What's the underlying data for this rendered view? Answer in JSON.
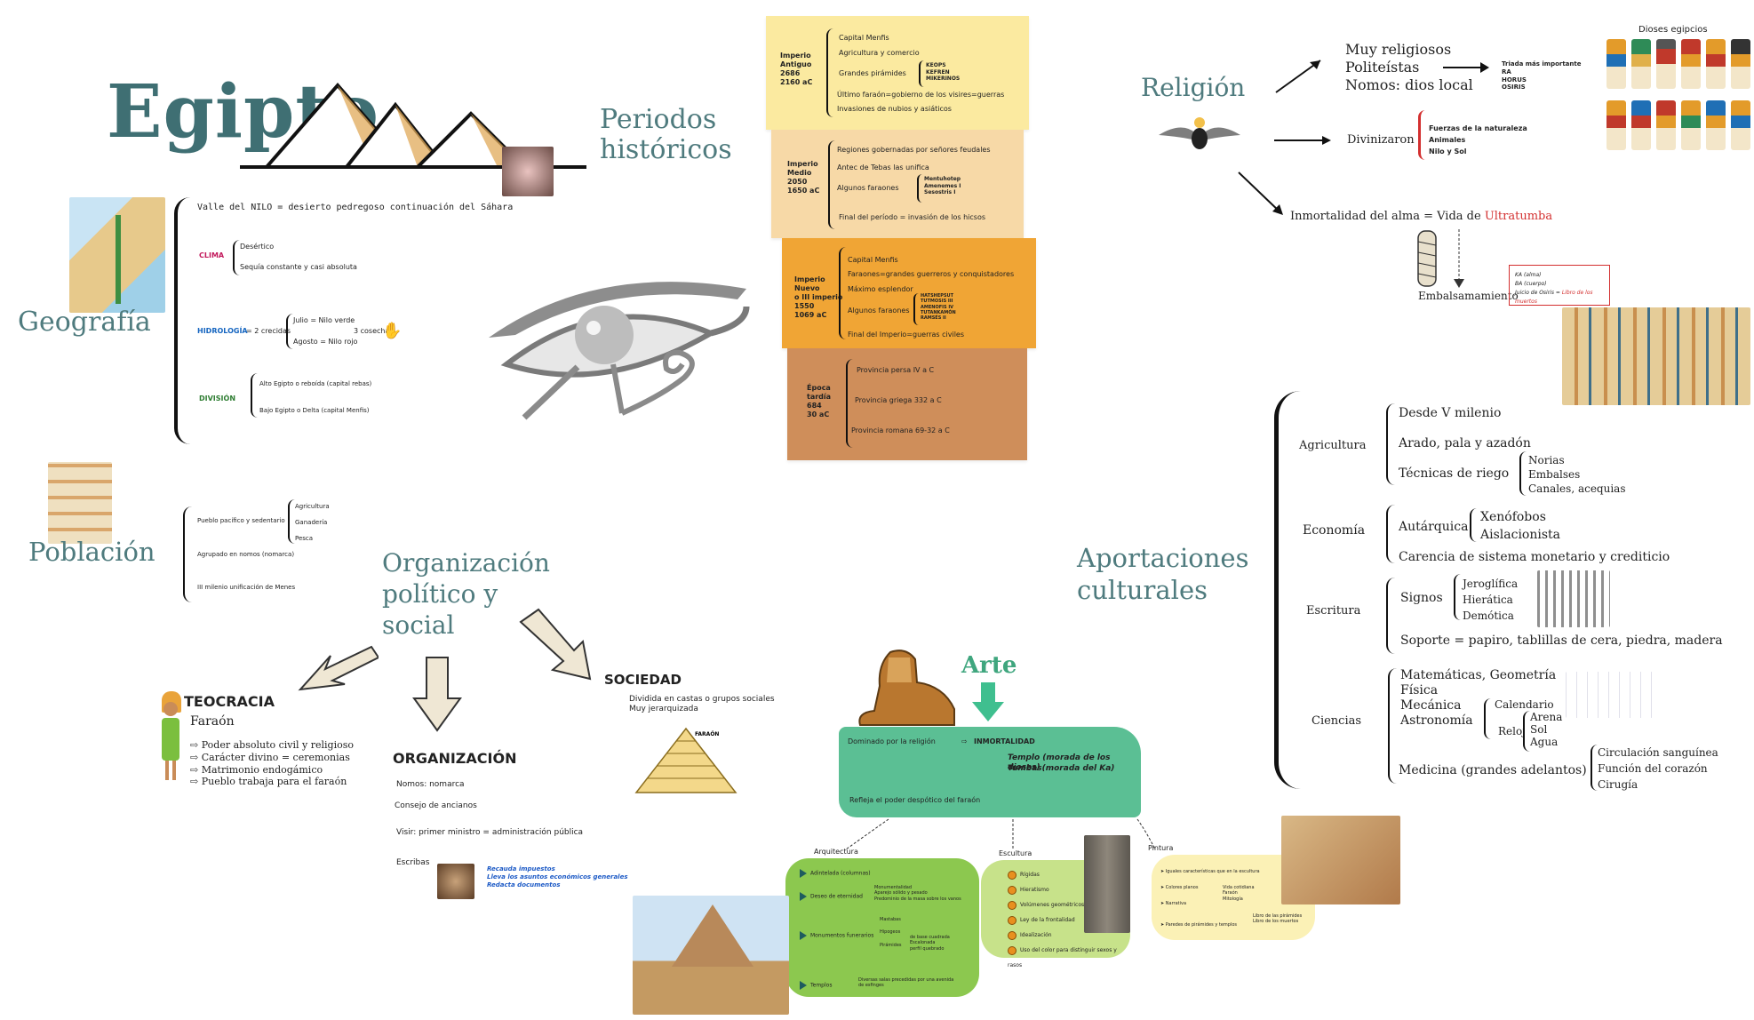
{
  "main": {
    "title": "Egipto"
  },
  "geografia": {
    "title": "Geografía",
    "valle": "Valle del NILO = desierto pedregoso continuación del Sáhara",
    "clima_label": "CLIMA",
    "clima_items": [
      "Desértico",
      "Sequía constante y casi absoluta"
    ],
    "hidro_label": "HIDROLOGÍA",
    "hidro_crecidas": "= 2 crecidas",
    "hidro_julio": "Julio = Nilo verde",
    "hidro_agosto": "Agosto = Nilo rojo",
    "hidro_cosechas": "3 cosechas",
    "division_label": "DIVISIÓN",
    "division_items": [
      "Alto Egipto o reboída (capital rebas)",
      "Bajo Egipto o Delta (capital Menfis)"
    ]
  },
  "poblacion": {
    "title": "Población",
    "pueblo": "Pueblo pacífico y sedentario",
    "actividades": [
      "Agricultura",
      "Ganadería",
      "Pesca"
    ],
    "agrupado": "Agrupado en nomos (nomarca)",
    "milenio": "III milenio unificación de Menes"
  },
  "periodos": {
    "title_1": "Periodos",
    "title_2": "históricos",
    "antiguo": {
      "label": [
        "Imperio",
        "Antiguo",
        "2686",
        "2160 aC"
      ],
      "items": [
        "Capital Menfis",
        "Agricultura y comercio",
        "Grandes pirámides",
        "Último faraón=gobierno de los visires=guerras",
        "Invasiones de nubios y asiáticos"
      ],
      "piramides": [
        "KEOPS",
        "KEFREN",
        "MIKERINOS"
      ]
    },
    "medio": {
      "label": [
        "Imperio",
        "Medio",
        "2050",
        "1650 aC"
      ],
      "items": [
        "Regiones gobernadas por señores feudales",
        "Antec de Tebas las unifica",
        "Algunos faraones",
        "Final del período = invasión de los hicsos"
      ],
      "faraones": [
        "Mentuhotep",
        "Amenemes I",
        "Sesostris I"
      ]
    },
    "nuevo": {
      "label": [
        "Imperio",
        "Nuevo",
        "o III imperio",
        "1550",
        "1069 aC"
      ],
      "items": [
        "Capital Menfis",
        "Faraones=grandes guerreros y conquistadores",
        "Máximo esplendor",
        "Algunos faraones",
        "Final del Imperio=guerras civiles"
      ],
      "faraones": [
        "HATSHEPSUT",
        "TUTMOSIS III",
        "AMENOFIS IV",
        "TUTANKAMÓN",
        "RAMSÉS II"
      ]
    },
    "tardia": {
      "label": [
        "Época",
        "tardía",
        "684",
        "30 aC"
      ],
      "items": [
        "Provincia persa IV a C",
        "Provincia griega 332 a C",
        "Provincia romana 69-32 a C"
      ]
    }
  },
  "organizacion": {
    "title": [
      "Organización",
      "político y",
      "social"
    ],
    "teocracia": {
      "title": "TEOCRACIA",
      "sub": "Faraón",
      "items": [
        "⇨ Poder absoluto civil y religioso",
        "⇨ Carácter divino = ceremonias",
        "⇨ Matrimonio endogámico",
        "⇨ Pueblo trabaja para el faraón"
      ]
    },
    "org": {
      "title": "ORGANIZACIÓN",
      "items": [
        "Nomos: nomarca",
        "Consejo de ancianos",
        "Visir: primer ministro = administración pública"
      ],
      "escribas": "Escribas",
      "escribas_items": [
        "Recauda impuestos",
        "Lleva los asuntos económicos generales",
        "Redacta documentos"
      ]
    },
    "sociedad": {
      "title": "SOCIEDAD",
      "items": [
        "Dividida en castas o grupos sociales",
        "Muy jerarquizada"
      ],
      "faraon": "FARAÓN"
    }
  },
  "religion": {
    "title": "Religión",
    "items": [
      "Muy religiosos",
      "Politeístas",
      "Nomos: dios local"
    ],
    "triada": [
      "Triada más importante",
      "RA",
      "HORUS",
      "OSIRIS"
    ],
    "dioses_title": "Dioses egipcios",
    "divinizaron": "Divinizaron",
    "fuerzas": [
      "Fuerzas de la naturaleza",
      "Animales",
      "Nilo y Sol"
    ],
    "inmortalidad": "Inmortalidad del alma = Vida de ",
    "ultratumba": "Ultratumba",
    "embalsamamiento": "Embalsamamiento",
    "ka": [
      "KA (alma)",
      "BA (cuerpo)",
      "Juicio de Osiris = "
    ],
    "libro": "Libro de los muertos"
  },
  "aportaciones": {
    "title": [
      "Aportaciones",
      "culturales"
    ],
    "agricultura": {
      "label": "Agricultura",
      "items": [
        "Desde V milenio",
        "Arado, pala y azadón",
        "Técnicas de riego"
      ],
      "riego": [
        "Norias",
        "Embalses",
        "Canales, acequias"
      ]
    },
    "economia": {
      "label": "Economía",
      "autarquica": "Autárquica",
      "auto": [
        "Xenófobos",
        "Aislacionista"
      ],
      "carencia": "Carencia de sistema monetario y crediticio"
    },
    "escritura": {
      "label": "Escritura",
      "signos": "Signos",
      "signos_items": [
        "Jeroglífica",
        "Hierática",
        "Demótica"
      ],
      "soporte": "Soporte  = papiro, tablillas de cera, piedra, madera"
    },
    "ciencias": {
      "label": "Ciencias",
      "items": [
        "Matemáticas, Geometría",
        "Física",
        "Mecánica",
        "Astronomía"
      ],
      "astro": [
        "Calendario",
        "Reloj"
      ],
      "reloj": [
        "Arena",
        "Sol",
        "Agua"
      ],
      "medicina": "Medicina (grandes adelantos)",
      "medicina_items": [
        "Circulación sanguínea",
        "Función del corazón",
        "Cirugía"
      ]
    }
  },
  "arte": {
    "title": "Arte",
    "dominado": "Dominado por la religión",
    "inmortalidad": "INMORTALIDAD",
    "templo": "Templo (morada de los dioses)",
    "tumbas": "Tumbas(morada del Ka)",
    "refleja": "Refleja el poder despótico del faraón",
    "arquitectura": {
      "label": "Arquitectura",
      "items": [
        "Adintelada (columnas)",
        "Deseo de eternidad",
        "Monumentos funerarios",
        "Templos"
      ],
      "eternidad": [
        "Monumentalidad",
        "Aparejo sólido y pesado",
        "Predominio de la masa sobre los vanos"
      ],
      "funerarios": [
        "Mastabas",
        "Hipogeos",
        "Pirámides"
      ],
      "piramides": [
        "de base cuadrada",
        "Escalonada",
        "perfil quebrado"
      ],
      "templos": "Diversas salas precedidas por una avenida de esfinges"
    },
    "escultura": {
      "label": "Escultura",
      "items": [
        "Rígidas",
        "Hieratismo",
        "Volúmenes geométricos",
        "Ley de la frontalidad",
        "Idealización",
        "Uso del color para distinguir sexos y rasos"
      ]
    },
    "pintura": {
      "label": "Pintura",
      "items": [
        "Iguales características que en la escultura",
        "Colores planos",
        "Narrativa",
        "Paredes de pirámides y templos"
      ],
      "narrativa": [
        "Vida cotidiana",
        "Faraón",
        "Mitología"
      ],
      "paredes": [
        "Libro de las pirámides",
        "Libro de los muertos"
      ]
    }
  },
  "colors": {
    "teal": "#4f7b7e",
    "sheet_yellow": "#fbeaa0",
    "sheet_peach": "#f7d9a7",
    "sheet_orange": "#f0a535",
    "sheet_brown": "#cf8e5a",
    "green": "#5bbf94",
    "lime": "#8cc84f",
    "red": "#d32f2f"
  }
}
